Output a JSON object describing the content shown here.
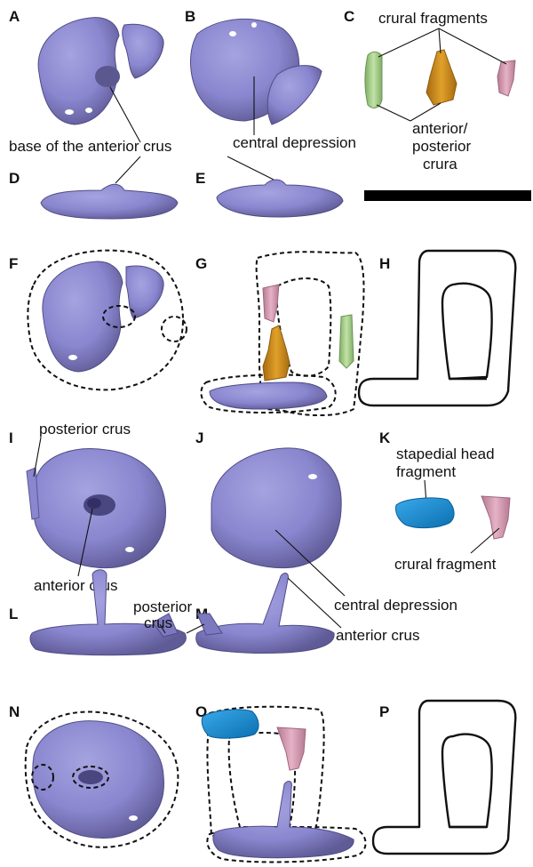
{
  "panels": [
    "A",
    "B",
    "C",
    "D",
    "E",
    "F",
    "G",
    "H",
    "I",
    "J",
    "K",
    "L",
    "M",
    "N",
    "O",
    "P"
  ],
  "labels": {
    "crural_fragments": "crural fragments",
    "anterior_posterior_line1": "anterior/",
    "anterior_posterior_line2": "posterior",
    "anterior_posterior_line3": "crura",
    "base_of_anterior_crus": "base of the anterior crus",
    "central_depression_top": "central depression",
    "posterior_crus": "posterior crus",
    "anterior_crus_I": "anterior crus",
    "stapedial_head_line1": "stapedial head",
    "stapedial_head_line2": "fragment",
    "crural_fragment": "crural fragment",
    "central_depression_bottom": "central depression",
    "posterior_crus_LM_line1": "posterior",
    "posterior_crus_LM_line2": "crus",
    "anterior_crus_M": "anterior crus"
  },
  "colors": {
    "footplate": "#8a86cf",
    "footplate_dark": "#5b578f",
    "anterior_posterior_crura": "#d69620",
    "crural_fragment_green": "#a9d18e",
    "crural_fragment_pink": "#d79ab0",
    "stapedial_head": "#1e8fd6"
  }
}
